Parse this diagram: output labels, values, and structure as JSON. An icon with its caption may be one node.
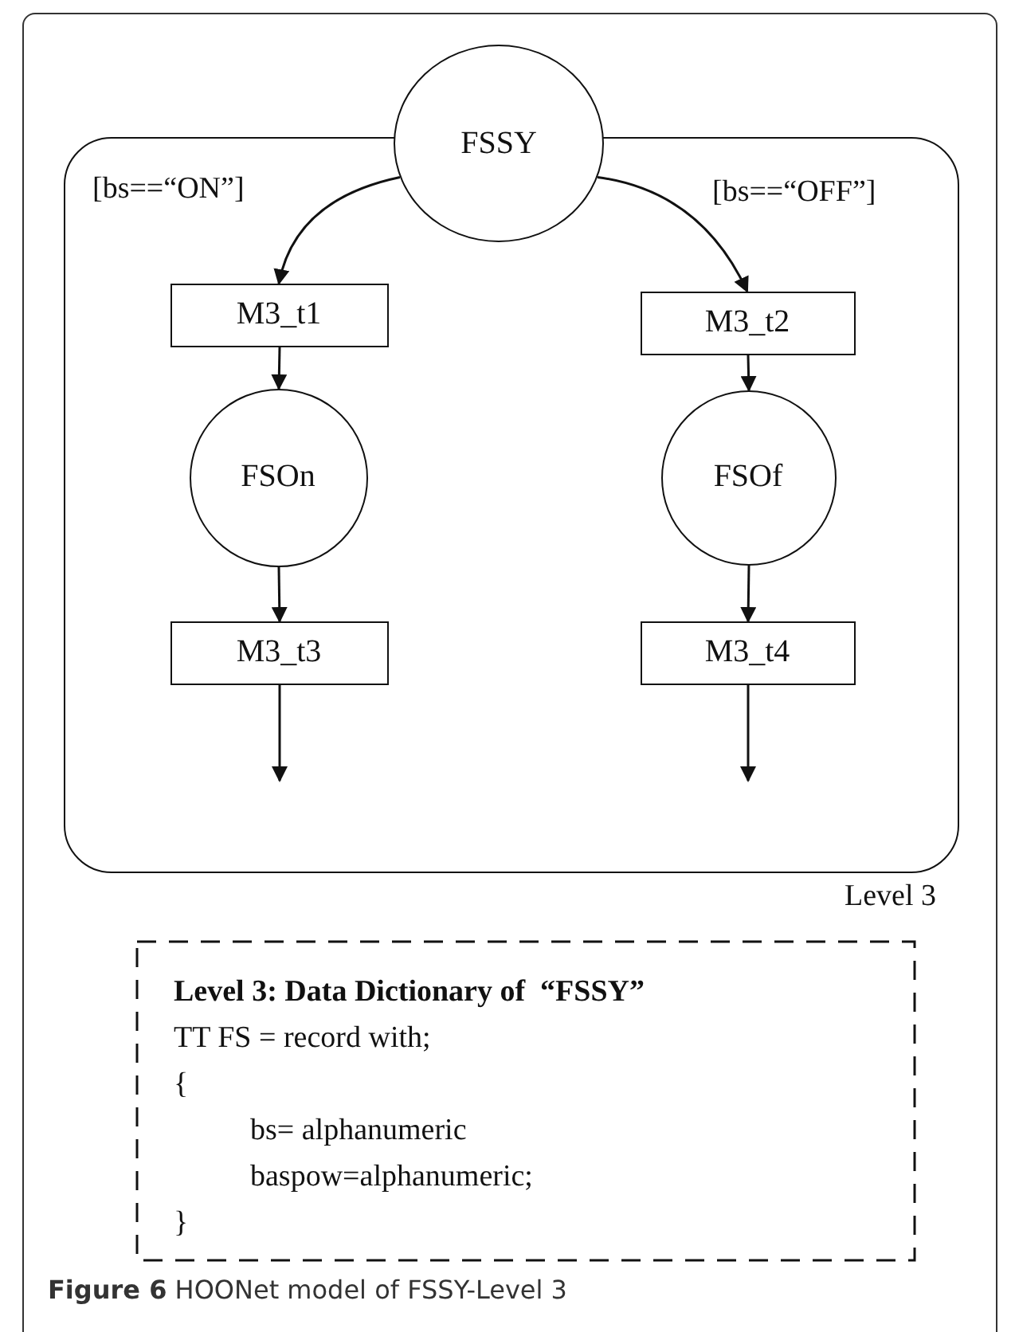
{
  "diagram": {
    "caption": "**Figure 6** HOONet model of FSSY-Level 3",
    "nodes": [
      {
        "text": [],
        "shape": "box",
        "beside": [
          "Level 3"
        ]
      },
      {
        "text": [
          "FSSY"
        ]
      },
      {
        "text": [
          "M3_t1"
        ],
        "in": 0
      },
      {
        "text": [
          "M3_t2"
        ],
        "in": 0
      },
      {
        "text": [
          "FSOn"
        ],
        "in": 0
      },
      {
        "text": [
          "FSOf"
        ],
        "in": 0
      },
      {
        "text": [
          "M3_t3"
        ],
        "in": 0
      },
      {
        "text": [
          "M3_t4"
        ],
        "in": 0
      },
      {
        "text": [
          "Level 3: Data Dictionary of  “FSSY”",
          "TT FS = record with;",
          "{",
          "bs= alphanumeric",
          "baspow=alphanumeric;",
          "}"
        ]
      }
    ],
    "edges": [
      {
        "from": 1,
        "to": 2,
        "arrow": "to",
        "label": "[bs==“ON”]"
      },
      {
        "from": 1,
        "to": 3,
        "arrow": "to",
        "label": "[bs==“OFF”]"
      },
      {
        "from": 2,
        "to": 4,
        "arrow": "to"
      },
      {
        "from": 3,
        "to": 5,
        "arrow": "to"
      },
      {
        "from": 4,
        "to": 6,
        "arrow": "to"
      },
      {
        "from": 5,
        "to": 7,
        "arrow": "to"
      },
      {
        "from": 6,
        "to": null,
        "arrow": "to"
      },
      {
        "from": 7,
        "to": null,
        "arrow": "to"
      }
    ]
  }
}
